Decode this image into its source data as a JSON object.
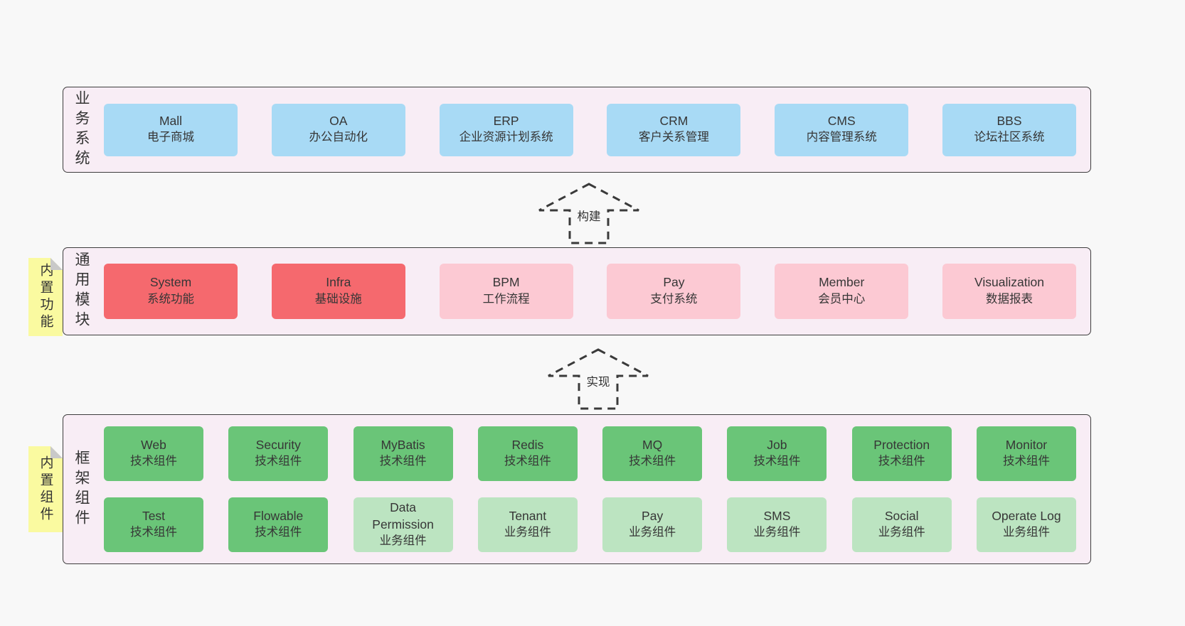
{
  "colors": {
    "page_bg": "#f8f8f8",
    "band_bg": "#f8edf5",
    "band_border": "#3d3d3d",
    "blue_box": "#a8daf5",
    "red_box": "#f5696e",
    "pink_box": "#fcc9d3",
    "green_box": "#6ac578",
    "light_green_box": "#bce4c1",
    "note_bg": "#fafaa0",
    "note_fold": "#c9c9c9",
    "text": "#363636"
  },
  "bands": [
    {
      "label": "业务系统",
      "rows": [
        [
          {
            "en": "Mall",
            "zh": "电子商城"
          },
          {
            "en": "OA",
            "zh": "办公自动化"
          },
          {
            "en": "ERP",
            "zh": "企业资源计划系统"
          },
          {
            "en": "CRM",
            "zh": "客户关系管理"
          },
          {
            "en": "CMS",
            "zh": "内容管理系统"
          },
          {
            "en": "BBS",
            "zh": "论坛社区系统"
          }
        ]
      ]
    },
    {
      "label": "通用模块",
      "note": "内置功能",
      "rows": [
        [
          {
            "en": "System",
            "zh": "系统功能"
          },
          {
            "en": "Infra",
            "zh": "基础设施"
          },
          {
            "en": "BPM",
            "zh": "工作流程"
          },
          {
            "en": "Pay",
            "zh": "支付系统"
          },
          {
            "en": "Member",
            "zh": "会员中心"
          },
          {
            "en": "Visualization",
            "zh": "数据报表"
          }
        ]
      ]
    },
    {
      "label": "框架组件",
      "note": "内置组件",
      "rows": [
        [
          {
            "en": "Web",
            "zh": "技术组件"
          },
          {
            "en": "Security",
            "zh": "技术组件"
          },
          {
            "en": "MyBatis",
            "zh": "技术组件"
          },
          {
            "en": "Redis",
            "zh": "技术组件"
          },
          {
            "en": "MQ",
            "zh": "技术组件"
          },
          {
            "en": "Job",
            "zh": "技术组件"
          },
          {
            "en": "Protection",
            "zh": "技术组件"
          },
          {
            "en": "Monitor",
            "zh": "技术组件"
          }
        ],
        [
          {
            "en": "Test",
            "zh": "技术组件"
          },
          {
            "en": "Flowable",
            "zh": "技术组件"
          },
          {
            "en": "Data\nPermission",
            "zh": "业务组件"
          },
          {
            "en": "Tenant",
            "zh": "业务组件"
          },
          {
            "en": "Pay",
            "zh": "业务组件"
          },
          {
            "en": "SMS",
            "zh": "业务组件"
          },
          {
            "en": "Social",
            "zh": "业务组件"
          },
          {
            "en": "Operate Log",
            "zh": "业务组件"
          }
        ]
      ]
    }
  ],
  "arrows": [
    {
      "label": "构建"
    },
    {
      "label": "实现"
    }
  ]
}
